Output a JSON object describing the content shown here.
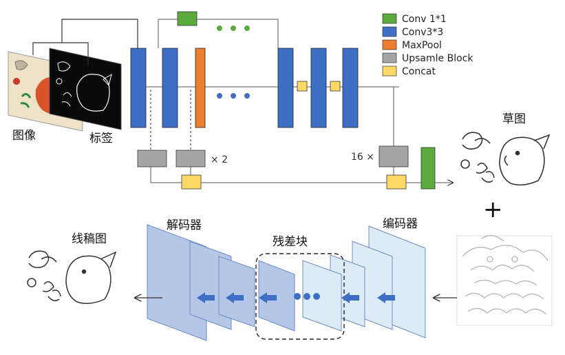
{
  "colors": {
    "conv1": "#5aab3c",
    "conv3": "#3f6fc4",
    "maxpool": "#ed7d31",
    "upsample": "#a6a6a6",
    "concat": "#ffd966",
    "dots": "#3f6fc4",
    "dots_top": "#5aab3c",
    "enc_plane": "#ddebf7",
    "dec_plane": "#b4c7e7",
    "arrow_blue": "#3f6fc4"
  },
  "legend": [
    {
      "label": "Conv 1*1",
      "color_key": "conv1"
    },
    {
      "label": "Conv3*3",
      "color_key": "conv3"
    },
    {
      "label": "MaxPool",
      "color_key": "maxpool"
    },
    {
      "label": "Upsamle Block",
      "color_key": "upsample"
    },
    {
      "label": "Concat",
      "color_key": "concat"
    }
  ],
  "labels": {
    "image": "图像",
    "label": "标签",
    "sketch": "草图",
    "times2": "× 2",
    "times16": "16 ×",
    "plus": "+",
    "lineart": "线稿图",
    "decoder": "解码器",
    "residual": "残差块",
    "encoder": "编码器"
  }
}
